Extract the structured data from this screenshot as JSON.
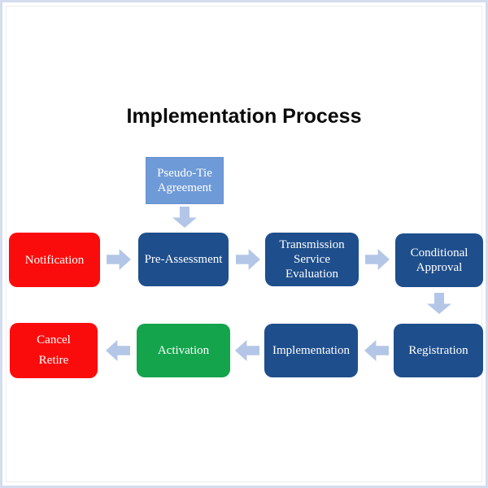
{
  "title": "Implementation Process",
  "diagram": {
    "nodes": [
      {
        "id": "pseudo-tie-agreement",
        "label": "Pseudo-Tie\nAgreement",
        "color": "#6f9ad8",
        "shape": "rectangle"
      },
      {
        "id": "notification",
        "label": "Notification",
        "color": "#fb0c0c",
        "shape": "rounded-rectangle"
      },
      {
        "id": "pre-assessment",
        "label": "Pre-Assessment",
        "color": "#1e4e8c",
        "shape": "rounded-rectangle"
      },
      {
        "id": "transmission-service-evaluation",
        "label": "Transmission\nService\nEvaluation",
        "color": "#1e4e8c",
        "shape": "rounded-rectangle"
      },
      {
        "id": "conditional-approval",
        "label": "Conditional\nApproval",
        "color": "#1e4e8c",
        "shape": "rounded-rectangle"
      },
      {
        "id": "registration",
        "label": "Registration",
        "color": "#1e4e8c",
        "shape": "rounded-rectangle"
      },
      {
        "id": "implementation",
        "label": "Implementation",
        "color": "#1e4e8c",
        "shape": "rounded-rectangle"
      },
      {
        "id": "activation",
        "label": "Activation",
        "color": "#14a44c",
        "shape": "rounded-rectangle"
      },
      {
        "id": "cancel-retire",
        "label": "Cancel\nRetire",
        "color": "#fb0c0c",
        "shape": "rounded-rectangle"
      }
    ],
    "arrows": [
      {
        "from": "pseudo-tie-agreement",
        "to": "pre-assessment",
        "direction": "down"
      },
      {
        "from": "notification",
        "to": "pre-assessment",
        "direction": "right"
      },
      {
        "from": "pre-assessment",
        "to": "transmission-service-evaluation",
        "direction": "right"
      },
      {
        "from": "transmission-service-evaluation",
        "to": "conditional-approval",
        "direction": "right"
      },
      {
        "from": "conditional-approval",
        "to": "registration",
        "direction": "down"
      },
      {
        "from": "registration",
        "to": "implementation",
        "direction": "left"
      },
      {
        "from": "implementation",
        "to": "activation",
        "direction": "left"
      },
      {
        "from": "activation",
        "to": "cancel-retire",
        "direction": "left"
      }
    ],
    "colors": {
      "dark_blue": "#1e4e8c",
      "light_blue": "#6f9ad8",
      "red": "#fb0c0c",
      "green": "#14a44c",
      "arrow": "#b4c6e7",
      "frame": "#d4ddee",
      "text": "#ffffff",
      "title_text": "#0a0a0a",
      "background": "#ffffff"
    }
  }
}
